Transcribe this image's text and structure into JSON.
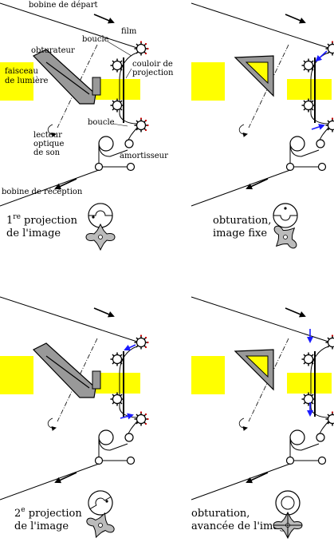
{
  "labels": {
    "bobine_depart": "bobine de départ",
    "film": "film",
    "boucle_top": "boucle",
    "obturateur": "obturateur",
    "faisceau_1": "faisceau",
    "faisceau_2": "de lumière",
    "couloir_1": "couloir de",
    "couloir_2": "projection",
    "boucle_bottom": "boucle",
    "lecteur_1": "lecteur",
    "lecteur_2": "optique",
    "lecteur_3": "de son",
    "amortisseur": "amortisseur",
    "bobine_reception": "bobine de réception"
  },
  "captions": {
    "p1_num": "1",
    "p1_sup": "re",
    "p1_line1": " projection",
    "p1_line2": "de l'image",
    "p2_line1": "obturation,",
    "p2_line2": "image fixe",
    "p3_num": "2",
    "p3_sup": "e",
    "p3_line1": " projection",
    "p3_line2": "de l'image",
    "p4_line1": "obturation,",
    "p4_line2": "avancée de l'image"
  },
  "colors": {
    "light_beam": "#ffff00",
    "shutter": "#999999",
    "film_motion_arrow": "#1a1aff",
    "sprocket_teeth": "#cc0000",
    "line": "#000000"
  }
}
